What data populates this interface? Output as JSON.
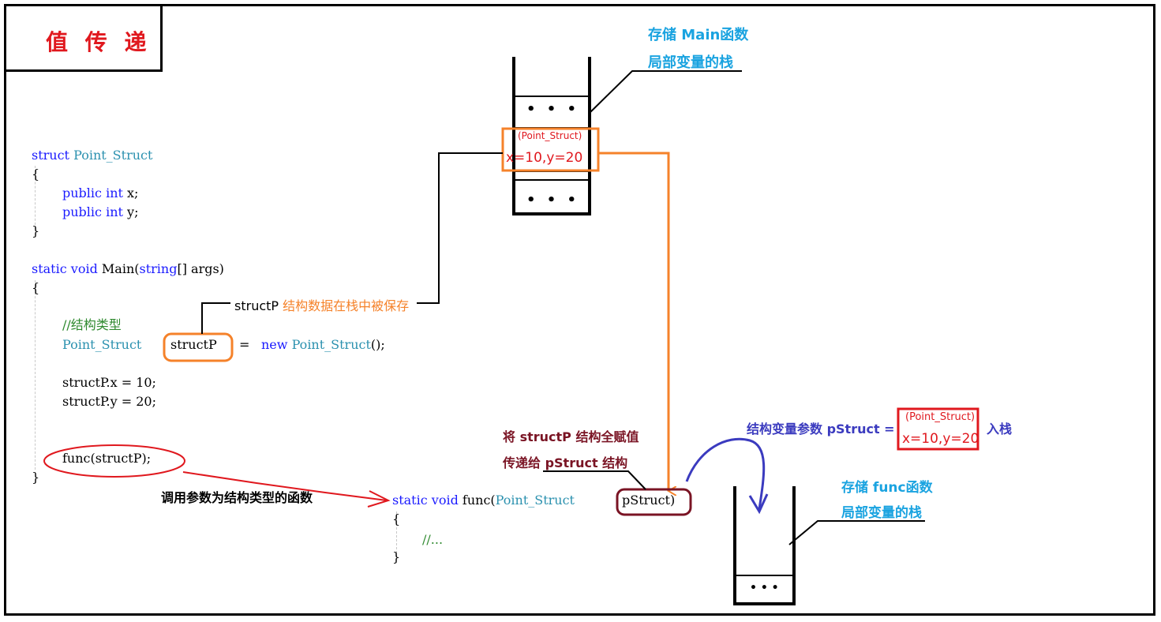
{
  "title": "值 传 递",
  "code_main": {
    "struct_kw": "struct",
    "struct_name": "Point_Struct",
    "open_brace": "{",
    "field1_public": "public",
    "field1_type": "int",
    "field1_name": "x;",
    "field2_public": "public",
    "field2_type": "int",
    "field2_name": "y;",
    "close_brace": "}",
    "main_static": "static",
    "main_void": "void",
    "main_rest": "Main(",
    "main_string": "string",
    "main_args": "[] args)",
    "main_open": "{",
    "comment": "//结构类型",
    "decl_type": "Point_Struct",
    "decl_var": "structP",
    "decl_eq": "=",
    "decl_new": "new",
    "decl_ctor": "Point_Struct",
    "decl_end": "();",
    "assign_x": "structP.x = 10;",
    "assign_y": "structP.y = 20;",
    "call": "func(structP);",
    "main_close": "}"
  },
  "code_func": {
    "static": "static",
    "void": "void",
    "name": "func(",
    "param_type": "Point_Struct",
    "param_name": "pStruct)",
    "open": "{",
    "body": "//...",
    "close": "}"
  },
  "main_stack": {
    "caption_line1": "存储 Main函数",
    "caption_line2": "局部变量的栈",
    "dots_top": "• • •",
    "cell_type": "(Point_Struct)",
    "cell_value": "x=10,y=20",
    "dots_bottom": "• • •"
  },
  "func_stack": {
    "caption_line1": "存储 func函数",
    "caption_line2": "局部变量的栈",
    "dots": "• • •"
  },
  "annotations": {
    "structP_saved_prefix": "structP ",
    "structP_saved_suffix": "结构数据在栈中被保存",
    "copy_line1": "将 structP 结构全赋值",
    "copy_line2": "传递给 pStruct 结构",
    "call_desc": "调用参数为结构类型的函数",
    "param_push_label": "结构变量参数 pStruct  =",
    "param_box_type": "(Point_Struct)",
    "param_box_value": "x=10,y=20",
    "push_word": "入栈"
  },
  "colors": {
    "keyword": "#1a1aff",
    "type": "#2b91af",
    "comment": "#2f8a2f",
    "orange": "#f5822a",
    "red": "#e0181e",
    "dark_red": "#7a1424",
    "cyan_caption": "#1aa3e0",
    "blue_arrow": "#3b3bbf"
  }
}
